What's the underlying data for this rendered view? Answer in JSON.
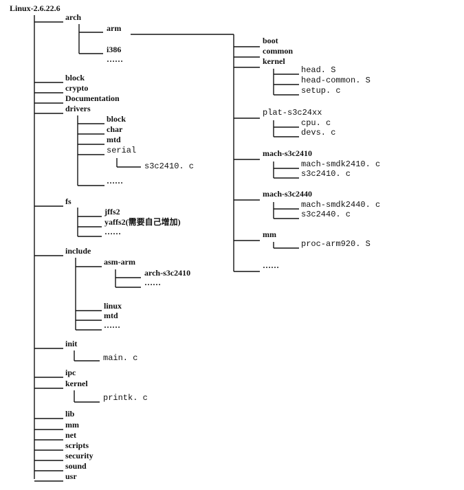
{
  "root": "Linux-2.6.22.6",
  "tree": [
    {
      "label": "arch",
      "children": [
        {
          "label": "arm"
        },
        {
          "label": "i386"
        },
        {
          "label": "……"
        }
      ]
    },
    {
      "label": "block"
    },
    {
      "label": "crypto"
    },
    {
      "label": "Documentation"
    },
    {
      "label": "drivers",
      "children": [
        {
          "label": "block"
        },
        {
          "label": "char"
        },
        {
          "label": "mtd"
        },
        {
          "label": "serial",
          "children": [
            {
              "label": "s3c2410. c"
            }
          ]
        },
        {
          "label": "……"
        }
      ]
    },
    {
      "label": "fs",
      "children": [
        {
          "label": "jffs2"
        },
        {
          "label": "yaffs2(需要自己增加)"
        },
        {
          "label": "……"
        }
      ]
    },
    {
      "label": "include",
      "children": [
        {
          "label": "asm-arm",
          "children": [
            {
              "label": "arch-s3c2410"
            },
            {
              "label": "……"
            }
          ]
        },
        {
          "label": "linux"
        },
        {
          "label": "mtd"
        },
        {
          "label": "……"
        }
      ]
    },
    {
      "label": "init",
      "children": [
        {
          "label": "main. c"
        }
      ]
    },
    {
      "label": "ipc"
    },
    {
      "label": "kernel",
      "children": [
        {
          "label": "printk. c"
        }
      ]
    },
    {
      "label": "lib"
    },
    {
      "label": "mm"
    },
    {
      "label": "net"
    },
    {
      "label": "scripts"
    },
    {
      "label": "security"
    },
    {
      "label": "sound"
    },
    {
      "label": "usr"
    }
  ],
  "arm_tree": [
    {
      "label": "boot"
    },
    {
      "label": "common"
    },
    {
      "label": "kernel",
      "children": [
        {
          "label": "head. S"
        },
        {
          "label": "head-common. S"
        },
        {
          "label": "setup. c"
        }
      ]
    },
    {
      "label": "plat-s3c24xx",
      "children": [
        {
          "label": "cpu. c"
        },
        {
          "label": "devs. c"
        }
      ]
    },
    {
      "label": "mach-s3c2410",
      "children": [
        {
          "label": "mach-smdk2410. c"
        },
        {
          "label": "s3c2410. c"
        }
      ]
    },
    {
      "label": "mach-s3c2440",
      "children": [
        {
          "label": "mach-smdk2440. c"
        },
        {
          "label": "s3c2440. c"
        }
      ]
    },
    {
      "label": "mm",
      "children": [
        {
          "label": "proc-arm920. S"
        }
      ]
    },
    {
      "label": "……"
    }
  ]
}
